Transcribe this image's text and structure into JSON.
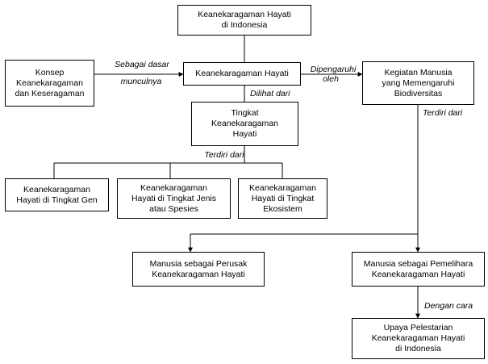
{
  "nodes": {
    "top": "Keanekaragaman Hayati\ndi Indonesia",
    "konsep": "Konsep\nKeanekaragaman\ndan Keseragaman",
    "center": "Keanekaragaman Hayati",
    "kegiatan": "Kegiatan Manusia\nyang Memengaruhi\nBiodiversitas",
    "tingkat": "Tingkat\nKeanekaragaman\nHayati",
    "gen": "Keanekaragaman\nHayati di Tingkat Gen",
    "jenis": "Keanekaragaman\nHayati di Tingkat Jenis\natau Spesies",
    "ekosistem": "Keanekaragaman\nHayati di Tingkat\nEkosistem",
    "perusak": "Manusia sebagai Perusak\nKeanekaragaman Hayati",
    "pemelihara": "Manusia sebagai Pemelihara\nKeanekaragaman Hayati",
    "upaya": "Upaya Pelestarian\nKeanekaragaman Hayati\ndi Indonesia"
  },
  "edge_labels": {
    "sebagai_dasar": "Sebagai dasar",
    "munculnya": "munculnya",
    "dipengaruhi": "Dipengaruhi",
    "oleh": "oleh",
    "dilihat_dari": "Dilihat dari",
    "terdiri_dari_left": "Terdiri dari",
    "terdiri_dari_right": "Terdiri dari",
    "dengan_cara": "Dengan cara"
  }
}
